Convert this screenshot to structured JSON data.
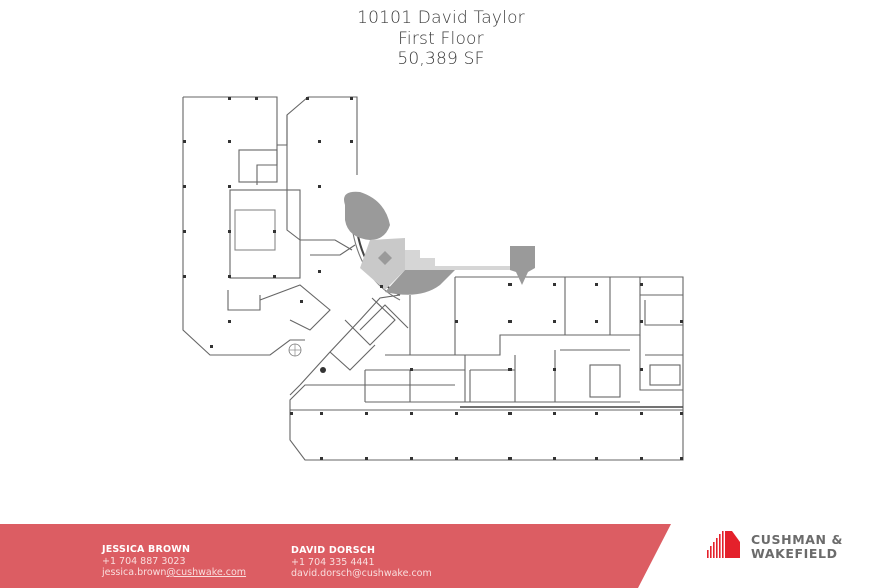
{
  "header": {
    "building": "10101 David Taylor",
    "floor": "First Floor",
    "area": "50,389 SF"
  },
  "floorplan": {
    "label": "first-floor-plan",
    "colors": {
      "wall": "#555555",
      "column": "#333333",
      "shade_dark": "#9a9a9a",
      "shade_light": "#c9c9c9"
    }
  },
  "footer": {
    "banner_color": "#dc5d63",
    "contacts": [
      {
        "name": "JESSICA BROWN",
        "phone": "+1 704 887 3023",
        "email_user": "jessica.brown",
        "email_domain": "@cushwake.com"
      },
      {
        "name": "DAVID DORSCH",
        "phone": "+1 704 335 4441",
        "email": "david.dorsch@cushwake.com"
      }
    ],
    "logo": {
      "line1": "CUSHMAN &",
      "line2": "WAKEFIELD",
      "color": "#e4212b"
    }
  }
}
